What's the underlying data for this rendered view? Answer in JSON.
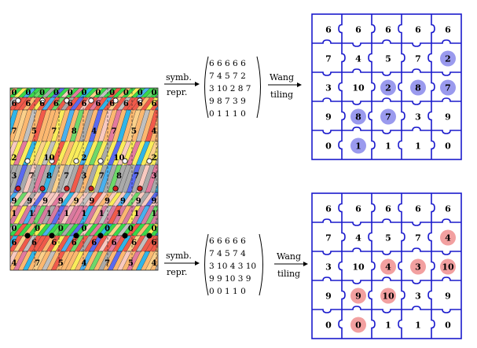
{
  "colors": {
    "tile_stroke": "#1a1acc",
    "blue_marker": "#9a9aee",
    "red_marker": "#f2a0a0",
    "arrow": "#000000"
  },
  "top_row": {
    "arrow1": {
      "top": "symb.",
      "bottom": "repr."
    },
    "arrow2": {
      "top": "Wang",
      "bottom": "tiling"
    },
    "matrix": [
      [
        6,
        6,
        6,
        6,
        6
      ],
      [
        7,
        4,
        5,
        7,
        2
      ],
      [
        3,
        10,
        2,
        8,
        7
      ],
      [
        9,
        8,
        7,
        3,
        9
      ],
      [
        0,
        1,
        1,
        1,
        0
      ]
    ],
    "matrix_lines": [
      "6 6 6 6 6",
      "7 4 5 7 2",
      "3 10 2 8 7",
      "9 8 7 3 9",
      "0 1 1 1 0"
    ],
    "tiling": [
      [
        "6",
        "6",
        "6",
        "6",
        "6"
      ],
      [
        "7",
        "4",
        "5",
        "7",
        "2"
      ],
      [
        "3",
        "10",
        "2",
        "8",
        "7"
      ],
      [
        "9",
        "8",
        "7",
        "3",
        "9"
      ],
      [
        "0",
        "1",
        "1",
        "1",
        "0"
      ]
    ],
    "highlights": [
      [
        1,
        4
      ],
      [
        2,
        2
      ],
      [
        2,
        3
      ],
      [
        2,
        4
      ],
      [
        3,
        1
      ],
      [
        3,
        2
      ],
      [
        4,
        1
      ]
    ],
    "highlight_color": "blue"
  },
  "bottom_row": {
    "arrow1": {
      "top": "symb.",
      "bottom": "repr."
    },
    "arrow2": {
      "top": "Wang",
      "bottom": "tiling"
    },
    "matrix": [
      [
        6,
        6,
        6,
        6,
        6
      ],
      [
        7,
        4,
        5,
        7,
        4
      ],
      [
        3,
        10,
        4,
        3,
        10
      ],
      [
        9,
        9,
        10,
        3,
        9
      ],
      [
        0,
        0,
        1,
        1,
        0
      ]
    ],
    "matrix_lines": [
      "6 6 6 6 6",
      "7 4 5 7 4",
      "3 10 4 3 10",
      "9 9 10 3 9",
      "0 0 1 1 0"
    ],
    "tiling": [
      [
        "6",
        "6",
        "6",
        "6",
        "6"
      ],
      [
        "7",
        "4",
        "5",
        "7",
        "4"
      ],
      [
        "3",
        "10",
        "4",
        "3",
        "10"
      ],
      [
        "9",
        "9",
        "10",
        "3",
        "9"
      ],
      [
        "0",
        "0",
        "1",
        "1",
        "0"
      ]
    ],
    "highlights": [
      [
        1,
        4
      ],
      [
        2,
        2
      ],
      [
        2,
        3
      ],
      [
        2,
        4
      ],
      [
        3,
        1
      ],
      [
        3,
        2
      ],
      [
        4,
        1
      ]
    ],
    "highlight_color": "red"
  },
  "left_pattern": {
    "row_labels": [
      [
        "0",
        "0",
        "0",
        "0",
        "0",
        "0",
        "0",
        "0",
        "0",
        "0",
        "0"
      ],
      [
        "6",
        "6",
        "6",
        "6",
        "6",
        "6",
        "6",
        "6",
        "6",
        "6",
        "6"
      ],
      [
        "7",
        "5",
        "7",
        "8",
        "4",
        "7",
        "5",
        "4"
      ],
      [
        "2",
        "10",
        "2",
        "10",
        "2"
      ],
      [
        "3",
        "7",
        "8",
        "7",
        "3",
        "7",
        "8",
        "7",
        "3"
      ],
      [
        "9",
        "9",
        "9",
        "9",
        "9",
        "9",
        "9",
        "9",
        "9",
        "9"
      ],
      [
        "1",
        "1",
        "1",
        "1",
        "1",
        "1",
        "1",
        "1",
        "1"
      ],
      [
        "0",
        "0",
        "0",
        "0",
        "0",
        "0",
        "0"
      ],
      [
        "6",
        "6",
        "6",
        "6",
        "6",
        "6",
        "6",
        "6"
      ],
      [
        "4",
        "7",
        "5",
        "4",
        "7",
        "5",
        "4"
      ]
    ]
  }
}
